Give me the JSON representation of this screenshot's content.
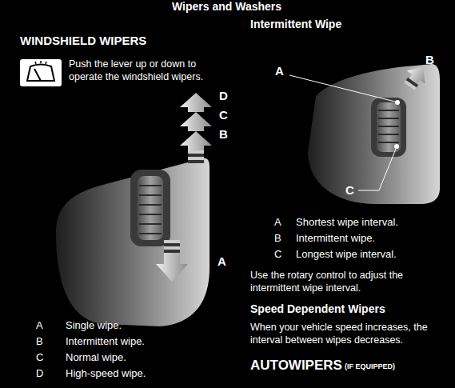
{
  "diagram": {
    "title": "Wipers and Washers",
    "labels": [
      "WINDSHIELD WIPERS",
      "Push the lever up or down to operate the windshield wipers.",
      "D",
      "C",
      "B",
      "A",
      "A",
      "Single wipe.",
      "B",
      "Intermittent wipe.",
      "C",
      "Normal wipe.",
      "D",
      "High-speed wipe.",
      "Intermittent Wipe",
      "A",
      "B",
      "C",
      "A",
      "Shortest wipe interval.",
      "B",
      "Intermittent wipe.",
      "C",
      "Longest wipe interval.",
      "Use the rotary control to adjust the intermittent wipe interval.",
      "Speed Dependent Wipers",
      "When your vehicle speed increases, the interval between wipes decreases.",
      "AUTOWIPERS",
      "(IF EQUIPPED)"
    ]
  }
}
